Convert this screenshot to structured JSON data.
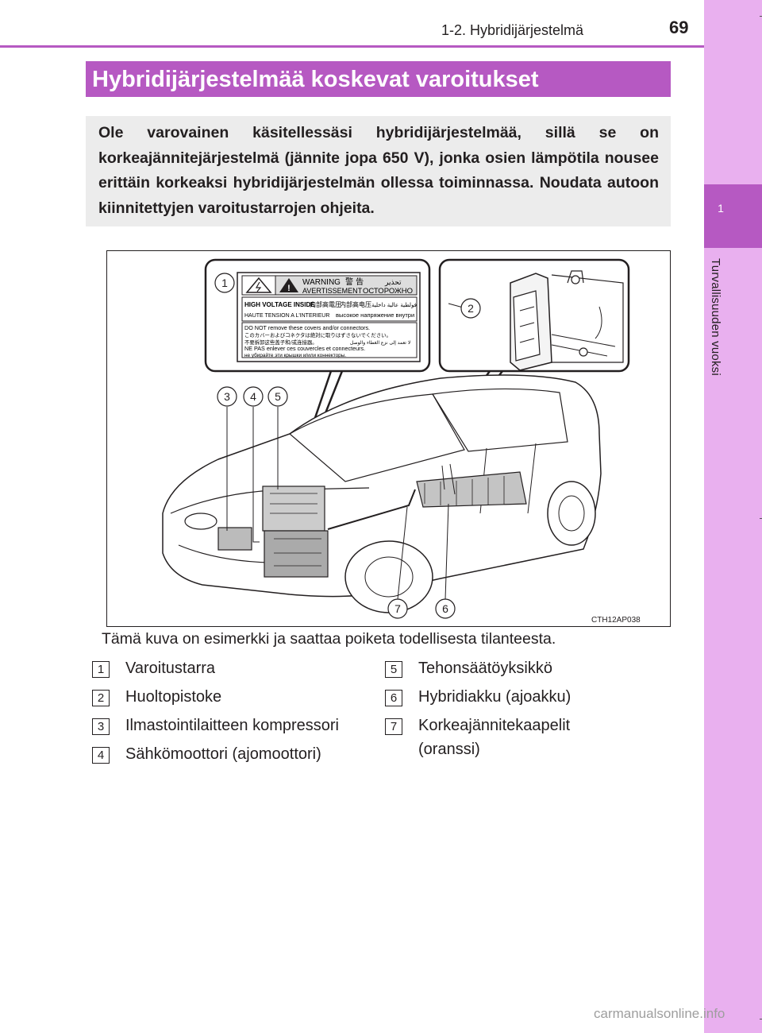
{
  "header": {
    "section": "1-2. Hybridijärjestelmä",
    "page_number": "69"
  },
  "side_tab": {
    "number": "1",
    "label": "Turvallisuuden vuoksi"
  },
  "title": "Hybridijärjestelmää koskevat varoitukset",
  "intro": "Ole varovainen käsitellessäsi hybridijärjestelmää, sillä se on korkeajännitejärjestelmä (jännite jopa 650 V), jonka osien lämpötila nousee erittäin korkeaksi hybridijärjestelmän ollessa toiminnassa. Noudata autoon kiinnitettyjen varoitustarrojen ohjeita.",
  "figure": {
    "code": "CTH12AP038",
    "callouts": [
      "1",
      "2",
      "3",
      "4",
      "5",
      "6",
      "7"
    ],
    "label": {
      "warning": "WARNING",
      "warning_jp": "警 告",
      "warning_ar": "تحذير",
      "avertissement": "AVERTISSEMENT",
      "warning_ru": "ОСТОРОЖНО",
      "hv_inside": "HIGH VOLTAGE INSIDE",
      "hv_jp": "内部高電圧",
      "hv_cn": "内部高电压",
      "hv_ar": "فولطية عالية داخلية",
      "hv_fr": "HAUTE TENSION A L'INTERIEUR",
      "hv_ru": "высокое напряжение внутри",
      "line_en": "DO NOT remove these covers and/or connectors.",
      "line_jp": "このカバーおよびコネクタは絶対に取りはずさないでください。",
      "line_cn": "不要拆卸这些盖子和/或连接器。",
      "line_ar": "لا تعمد إلى نزع الغطاء والوصل",
      "line_fr": "NE PAS enlever ces couvercles et connecteurs.",
      "line_ru": "не убирайте эти крышки и/или коннекторы."
    }
  },
  "caption": "Tämä kuva on esimerkki ja saattaa poiketa todellisesta tilanteesta.",
  "legend_left": [
    {
      "num": "1",
      "text": "Varoitustarra"
    },
    {
      "num": "2",
      "text": "Huoltopistoke"
    },
    {
      "num": "3",
      "text": "Ilmastointilaitteen kompressori"
    },
    {
      "num": "4",
      "text": "Sähkömoottori (ajomoottori)"
    }
  ],
  "legend_right": [
    {
      "num": "5",
      "text": "Tehonsäätöyksikkö"
    },
    {
      "num": "6",
      "text": "Hybridiakku (ajoakku)"
    },
    {
      "num": "7",
      "text": "Korkeajännitekaapelit (oranssi)"
    }
  ],
  "watermark": "carmanualsonline.info",
  "colors": {
    "accent": "#b659c2",
    "side_tab": "#e9b0ef",
    "intro_bg": "#ececec"
  }
}
